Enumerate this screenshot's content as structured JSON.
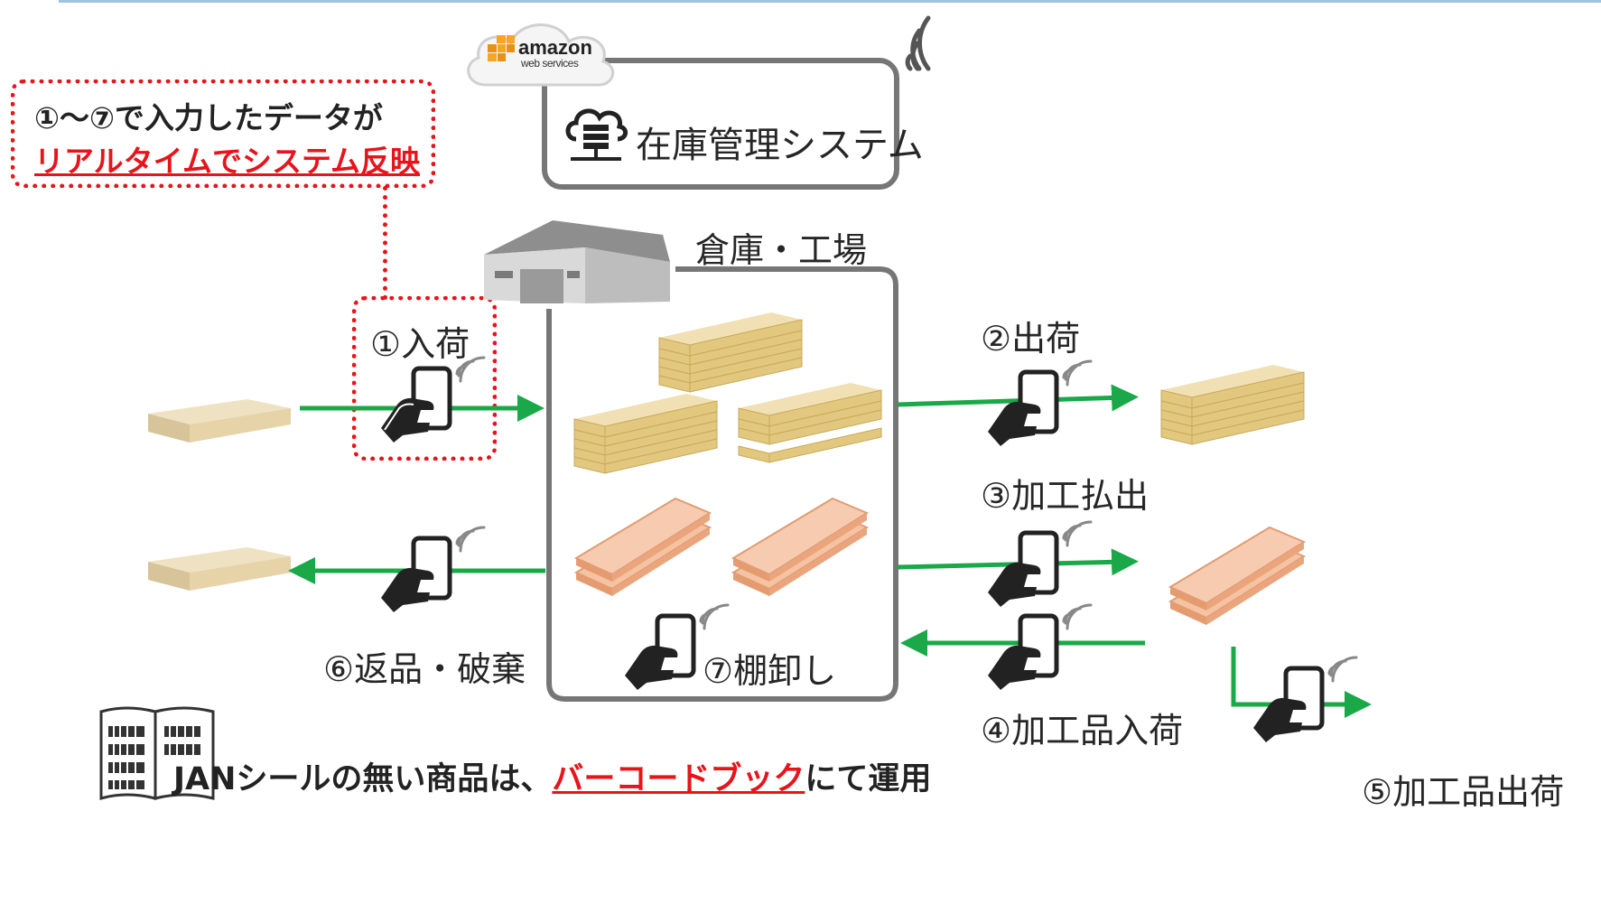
{
  "cloud_provider": {
    "name": "amazon",
    "sub": "web services"
  },
  "system": {
    "label": "在庫管理システム"
  },
  "callout": {
    "line1": "①〜⑦で入力したデータが",
    "line2": "リアルタイムでシステム反映"
  },
  "warehouse": {
    "label": "倉庫・工場"
  },
  "steps": {
    "receiving": "①入荷",
    "shipping": "②出荷",
    "processing_out": "③加工払出",
    "processed_in": "④加工品入荷",
    "processed_out": "⑤加工品出荷",
    "return_disposal": "⑥返品・破棄",
    "stocktaking": "⑦棚卸し"
  },
  "footer": {
    "prefix": "JANシールの無い商品は、",
    "highlight": "バーコードブック",
    "suffix": "にて運用"
  },
  "colors": {
    "arrow": "#1aa848",
    "accent": "#e8141b",
    "border": "#767676",
    "wood": "#e6d3a8",
    "foam": "#f2b08a"
  }
}
